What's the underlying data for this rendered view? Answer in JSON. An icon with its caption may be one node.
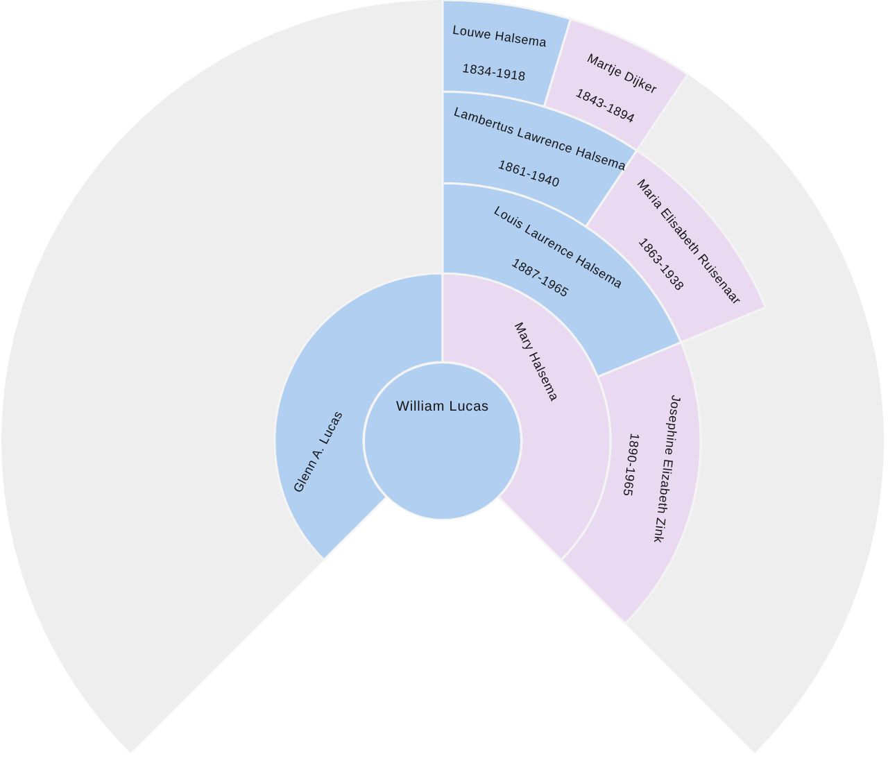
{
  "diagram": {
    "nodes": [
      {
        "text": [
          "William Lucas"
        ]
      },
      {
        "text": [
          "Glenn A. Lucas"
        ]
      },
      {
        "text": [
          "Mary Halsema"
        ]
      },
      {
        "text": [
          "Louis Laurence Halsema",
          "1887-1965"
        ]
      },
      {
        "text": [
          "Josephine Elizabeth Zink",
          "1890-1965"
        ]
      },
      {
        "text": [
          "Lambertus Lawrence Halsema",
          "1861-1940"
        ]
      },
      {
        "text": [
          "Maria Elisabeth Ruisenaar",
          "1863-1938"
        ]
      },
      {
        "text": [
          "Louwe Halsema",
          "1834-1918"
        ]
      },
      {
        "text": [
          "Martje Dijker",
          "1843-1894"
        ]
      }
    ]
  }
}
